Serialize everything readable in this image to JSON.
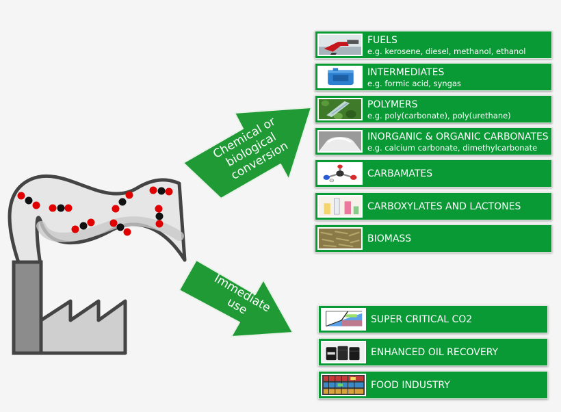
{
  "arrows": {
    "chemical": [
      "Chemical or",
      "biological",
      "conversion"
    ],
    "immediate": [
      "Immediate",
      "use"
    ]
  },
  "conversion_products": [
    {
      "title": "FUELS",
      "example": "e.g. kerosene, diesel, methanol, ethanol",
      "icon": "fuel-nozzle-icon"
    },
    {
      "title": "INTERMEDIATES",
      "example": "e.g. formic acid, syngas",
      "icon": "chemical-drum-icon"
    },
    {
      "title": "POLYMERS",
      "example": "e.g. poly(carbonate), poly(urethane)",
      "icon": "polymer-film-icon"
    },
    {
      "title": "INORGANIC & ORGANIC CARBONATES",
      "example": "e.g.  calcium carbonate, dimethylcarbonate",
      "icon": "powder-pile-icon"
    },
    {
      "title": "CARBAMATES",
      "example": "",
      "icon": "molecule-model-icon"
    },
    {
      "title": "CARBOXYLATES AND LACTONES",
      "example": "",
      "icon": "lab-glassware-icon"
    },
    {
      "title": "BIOMASS",
      "example": "",
      "icon": "algae-pellets-icon"
    }
  ],
  "immediate_uses": [
    {
      "title": "SUPER CRITICAL CO2",
      "icon": "phase-diagram-icon"
    },
    {
      "title": "ENHANCED OIL RECOVERY",
      "icon": "oil-barrels-icon"
    },
    {
      "title": "FOOD INDUSTRY",
      "icon": "beverage-shelves-icon"
    }
  ],
  "colors": {
    "box_green": "#0a9a35",
    "arrow_green": "#1f9a35",
    "factory_gray": "#8c8c8c",
    "outline": "#404040",
    "carbon": "#111111",
    "oxygen": "#ee0000"
  }
}
